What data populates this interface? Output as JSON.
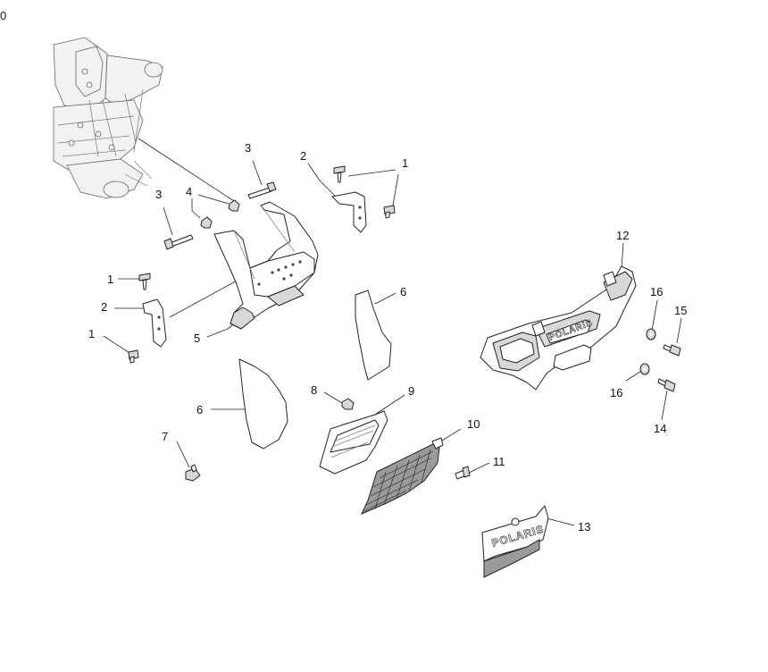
{
  "page_marker": "0",
  "logo_text": "POLARIS",
  "callouts": {
    "c1a": "1",
    "c1b": "1",
    "c1c": "1",
    "c2a": "2",
    "c2b": "2",
    "c3a": "3",
    "c3b": "3",
    "c4": "4",
    "c5": "5",
    "c6a": "6",
    "c6b": "6",
    "c7": "7",
    "c8": "8",
    "c9": "9",
    "c10": "10",
    "c11": "11",
    "c12": "12",
    "c13": "13",
    "c14": "14",
    "c15": "15",
    "c16a": "16",
    "c16b": "16"
  }
}
